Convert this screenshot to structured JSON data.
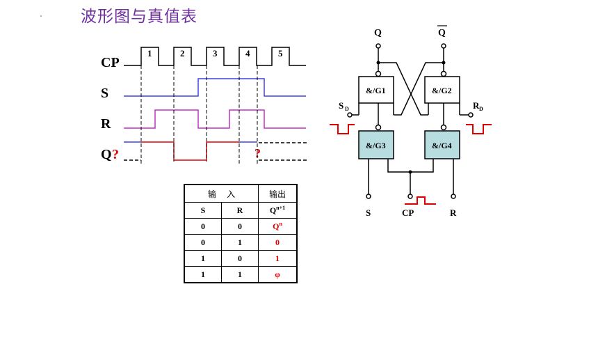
{
  "title": "波形图与真值表",
  "timing": {
    "signals": [
      "CP",
      "S",
      "R",
      "Q"
    ],
    "q_question": "?",
    "pulse_numbers": [
      "1",
      "2",
      "3",
      "4",
      "5"
    ],
    "mid_question": "?"
  },
  "table": {
    "header_input": "输    入",
    "header_output": "输出",
    "col_s": "S",
    "col_r": "R",
    "col_q": "Q",
    "col_q_sup": "n+1",
    "rows": [
      {
        "s": "0",
        "r": "0",
        "q": "Q",
        "q_sup": "n"
      },
      {
        "s": "0",
        "r": "1",
        "q": "0",
        "q_sup": ""
      },
      {
        "s": "1",
        "r": "0",
        "q": "1",
        "q_sup": ""
      },
      {
        "s": "1",
        "r": "1",
        "q": "φ",
        "q_sup": ""
      }
    ]
  },
  "circuit": {
    "q": "Q",
    "qbar": "Q",
    "g1": "&/G1",
    "g2": "&/G2",
    "g3": "&/G3",
    "g4": "&/G4",
    "sd": "S",
    "sd_sub": "D",
    "rd": "R",
    "rd_sub": "D",
    "s": "S",
    "cp": "CP",
    "r": "R"
  },
  "colors": {
    "title": "#7030a0",
    "s_wave": "#4040e0",
    "r_wave": "#c030c0",
    "q_wave": "#e00000",
    "gate_fill": "#b7dde0",
    "red": "#e00000"
  }
}
